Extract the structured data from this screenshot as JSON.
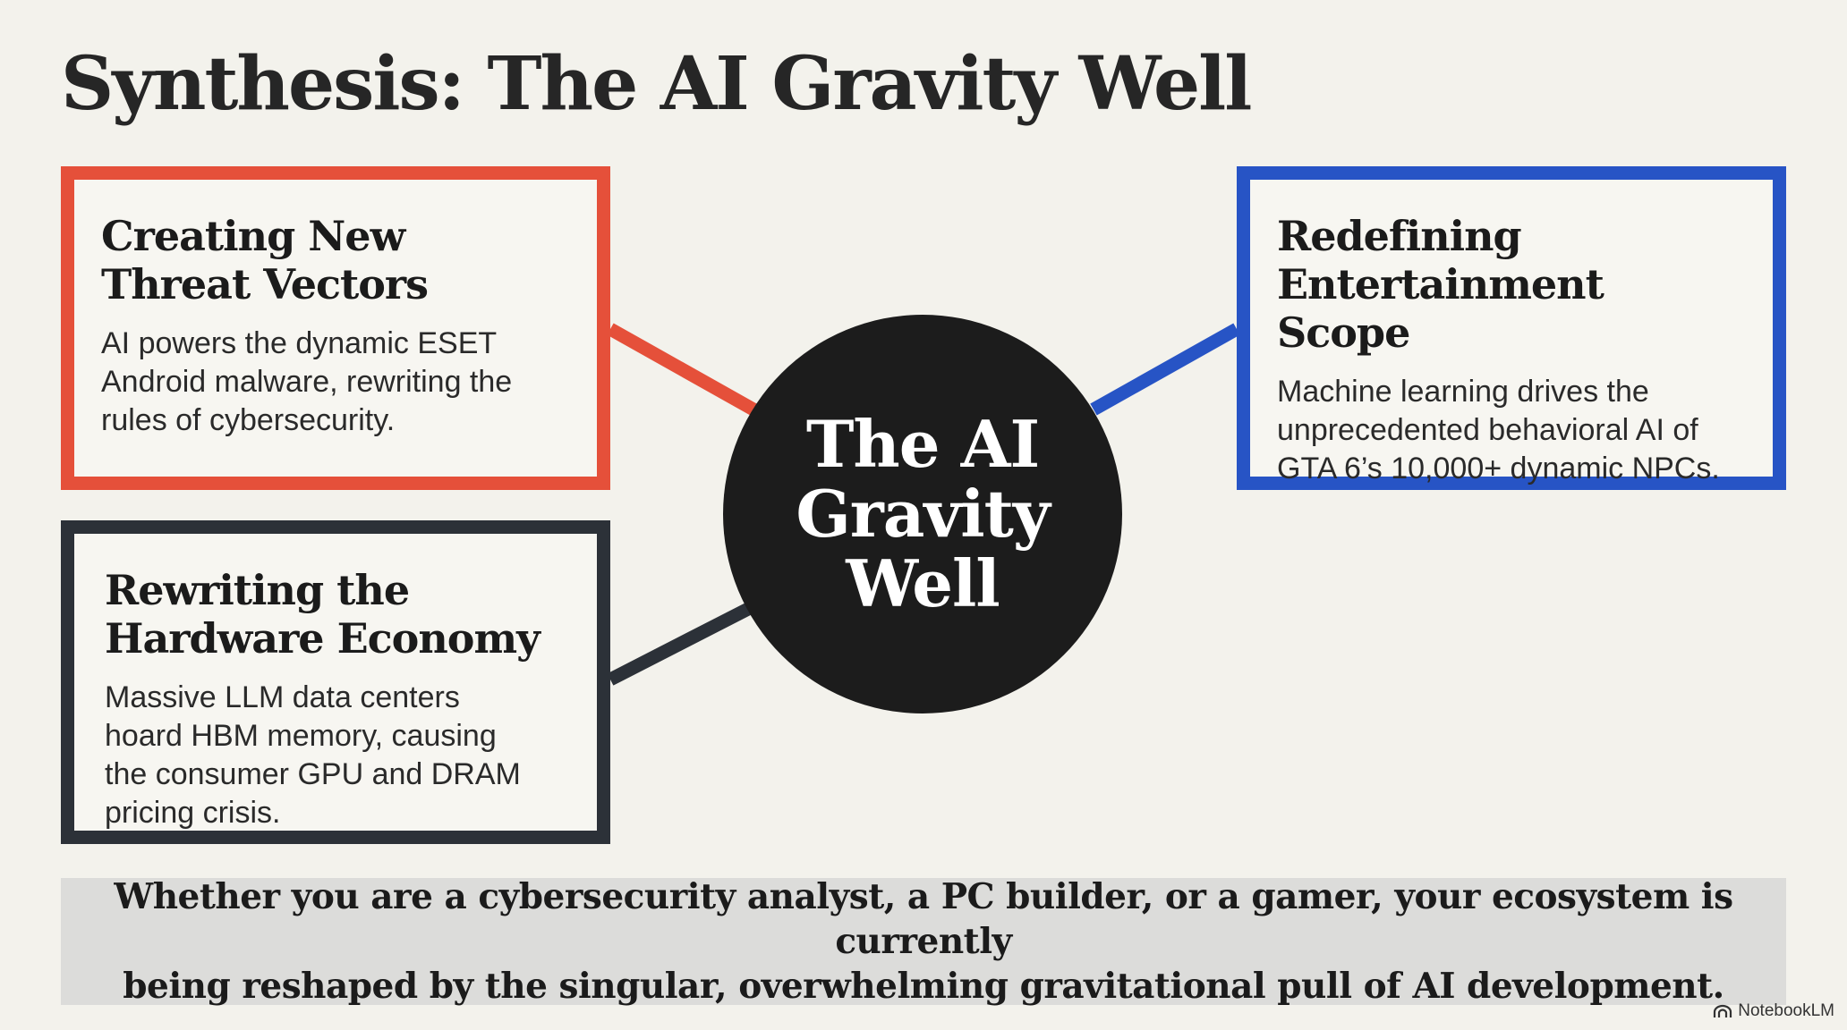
{
  "title": "Synthesis: The AI Gravity Well",
  "hub": {
    "label": "The AI\nGravity\nWell"
  },
  "cards": {
    "threat": {
      "heading": "Creating New\nThreat Vectors",
      "body": "AI powers the dynamic ESET\nAndroid malware, rewriting the\nrules of cybersecurity.",
      "color": "#e5503a"
    },
    "hardware": {
      "heading": "Rewriting the\nHardware Economy",
      "body": "Massive LLM data centers\nhoard HBM memory, causing\nthe consumer GPU and DRAM\npricing crisis.",
      "color": "#2c3138"
    },
    "entertainment": {
      "heading": "Redefining\nEntertainment Scope",
      "body": "Machine learning drives the\nunprecedented behavioral AI of\nGTA 6’s 10,000+ dynamic NPCs.",
      "color": "#2754c5"
    }
  },
  "summary": "Whether you are a cybersecurity analyst, a PC builder, or a gamer, your ecosystem is currently\nbeing reshaped by the singular, overwhelming gravitational pull of AI development.",
  "brand": {
    "name": "NotebookLM",
    "icon": "notebooklm-logo-icon"
  }
}
